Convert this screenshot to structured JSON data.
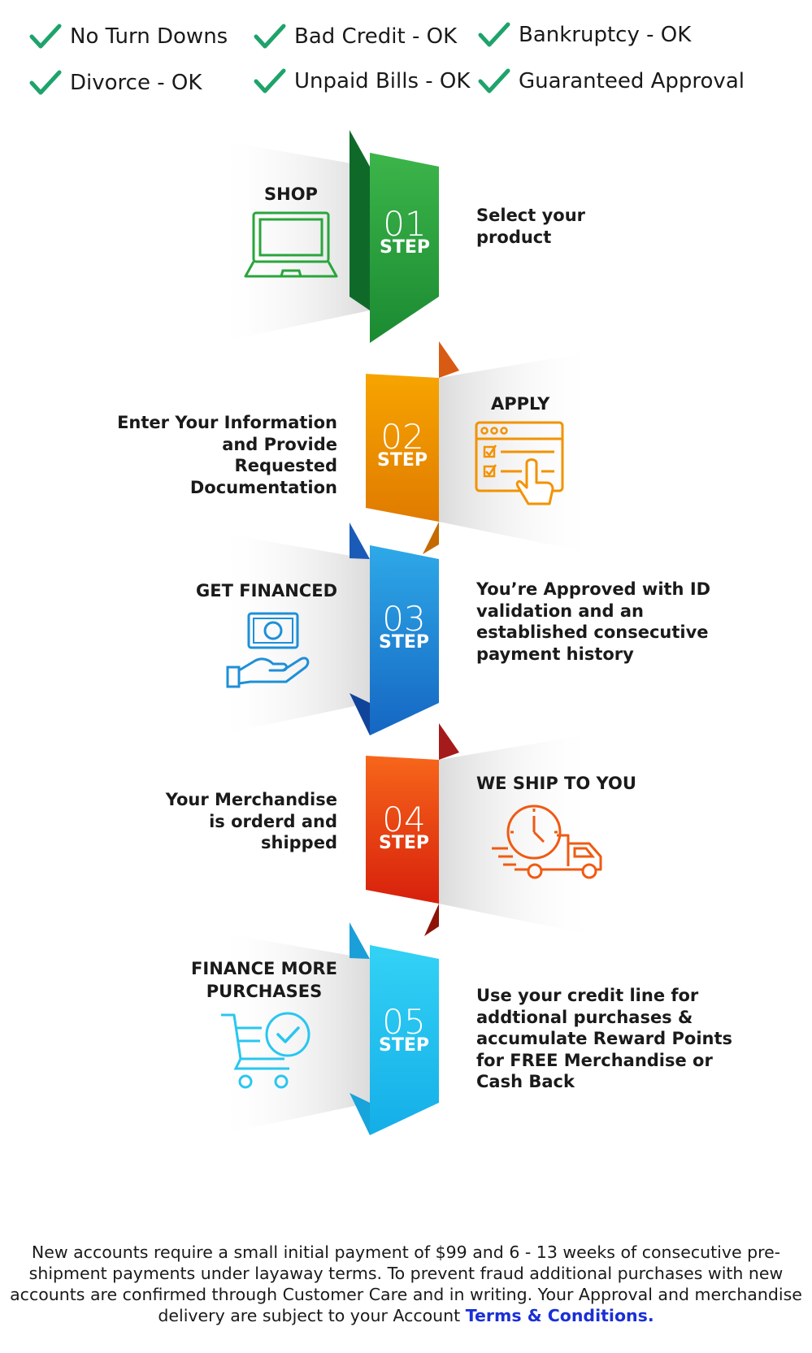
{
  "features": [
    "No Turn Downs",
    "Bad Credit - OK",
    "Bankruptcy - OK",
    "Divorce - OK",
    "Unpaid Bills - OK",
    "Guaranteed Approval"
  ],
  "steps": [
    {
      "number": "01",
      "step_label": "STEP",
      "title": "SHOP",
      "description": "Select your product",
      "color": "#2aa53c"
    },
    {
      "number": "02",
      "step_label": "STEP",
      "title": "APPLY",
      "description": "Enter Your Information and Provide Requested Documentation",
      "color": "#f39200"
    },
    {
      "number": "03",
      "step_label": "STEP",
      "title": "GET FINANCED",
      "description": "You’re Approved with ID validation and an established consecutive payment history",
      "color": "#1e8fd8"
    },
    {
      "number": "04",
      "step_label": "STEP",
      "title": "WE SHIP TO YOU",
      "description": "Your Merchandise is orderd and shipped",
      "color": "#f05a12"
    },
    {
      "number": "05",
      "step_label": "STEP",
      "title": "FINANCE MORE PURCHASES",
      "description": "Use your credit line for addtional purchases & accumulate Reward Points for FREE Merchandise or Cash Back",
      "color": "#29c6f0"
    }
  ],
  "footer": {
    "text": "New accounts require a small initial payment of $99 and 6 - 13 weeks of consecutive pre-shipment payments under layaway terms. To prevent fraud additional purchases with new accounts are confirmed through Customer Care and in writing. Your Approval and merchandise delivery are subject to your Account",
    "link": "Terms & Conditions."
  },
  "colors": {
    "check": "#1ea36b",
    "link": "#1a2fd6"
  }
}
